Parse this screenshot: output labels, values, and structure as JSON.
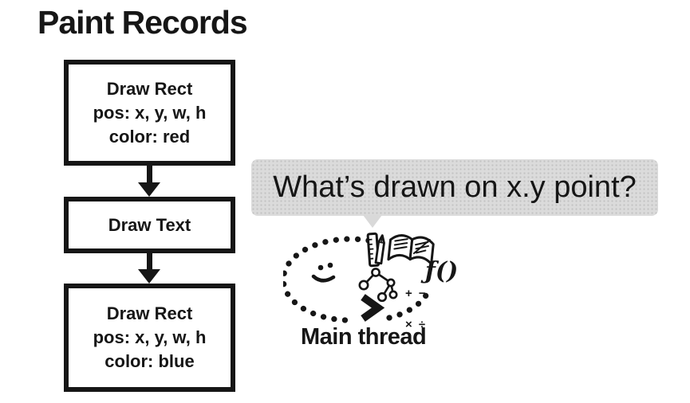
{
  "title": "Paint Records",
  "flowchart": {
    "boxes": [
      {
        "lines": [
          "Draw Rect",
          "pos: x, y, w, h",
          "color: red"
        ]
      },
      {
        "lines": [
          "Draw Text"
        ]
      },
      {
        "lines": [
          "Draw Rect",
          "pos: x, y, w, h",
          "color: blue"
        ]
      }
    ]
  },
  "bubble": {
    "text": "What’s drawn on x.y point?"
  },
  "main_thread": {
    "label": "Main thread",
    "math_row1": "+ −",
    "math_row2": "× ÷",
    "function_text": "ƒ()"
  },
  "colors": {
    "ink": "#161616",
    "bubble_bg": "#dbdbdb",
    "background": "#ffffff"
  }
}
